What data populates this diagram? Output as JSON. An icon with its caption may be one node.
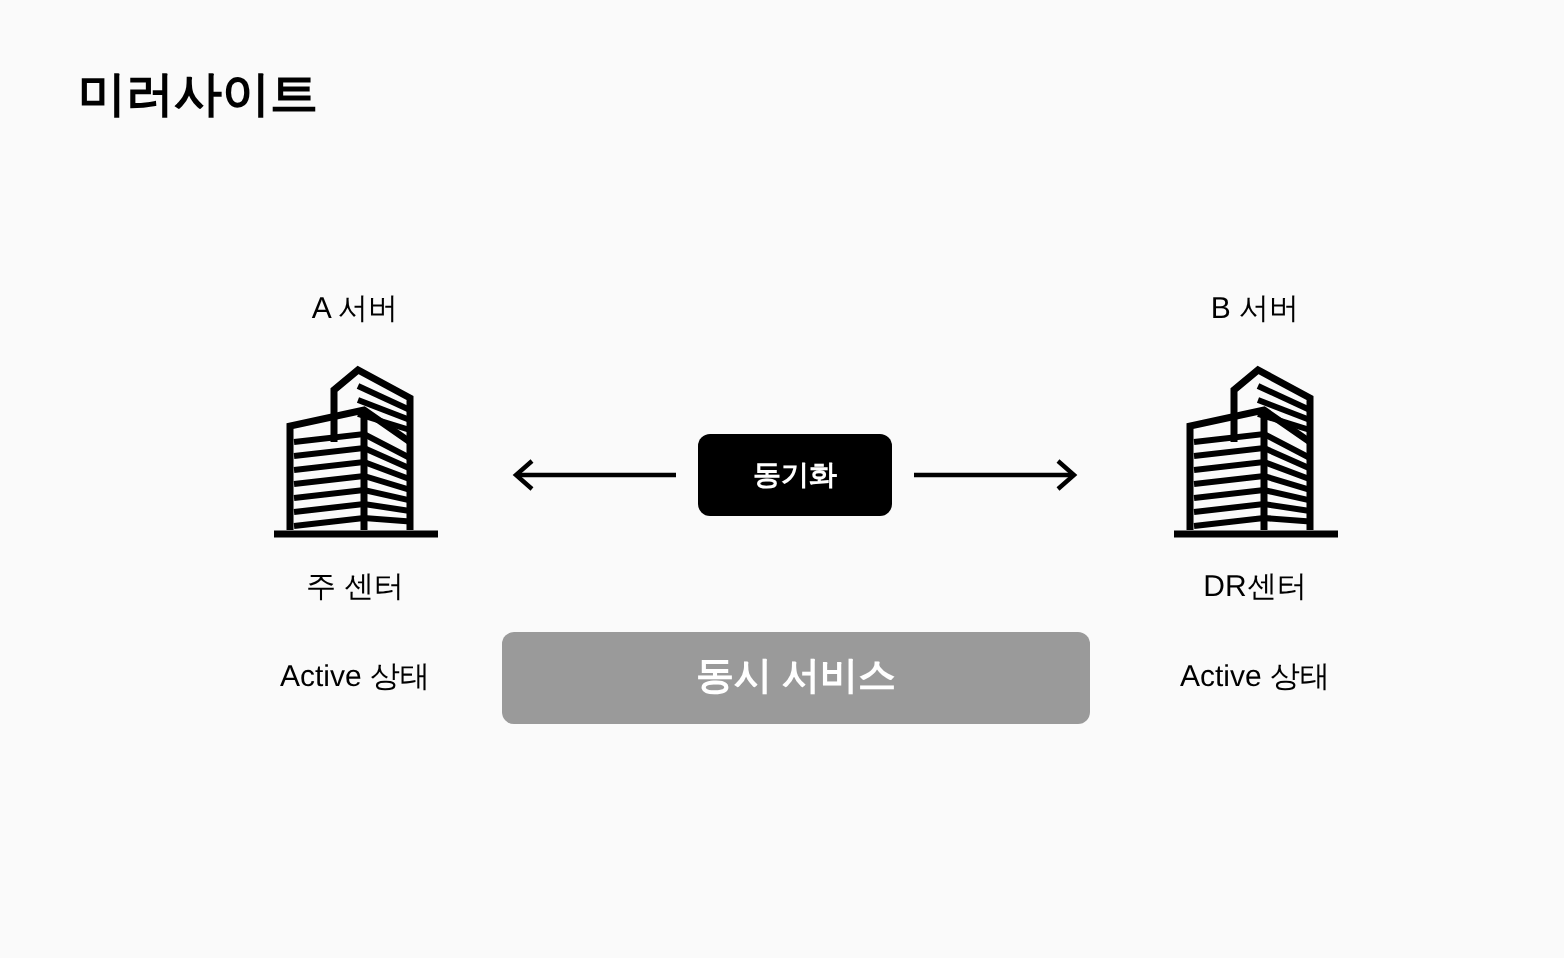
{
  "diagram": {
    "title": "미러사이트",
    "nodes": [
      {
        "text": [
          "A 서버",
          "주 센터"
        ],
        "beside": [
          "Active 상태"
        ]
      },
      {
        "text": [
          "동기화"
        ]
      },
      {
        "text": [
          "B 서버",
          "DR센터"
        ],
        "beside": [
          "Active 상태"
        ]
      },
      {
        "text": [
          "동시 서비스"
        ]
      }
    ],
    "edges": [
      {
        "from": 1,
        "to": 0,
        "arrow": "to"
      },
      {
        "from": 1,
        "to": 2,
        "arrow": "to"
      }
    ]
  }
}
